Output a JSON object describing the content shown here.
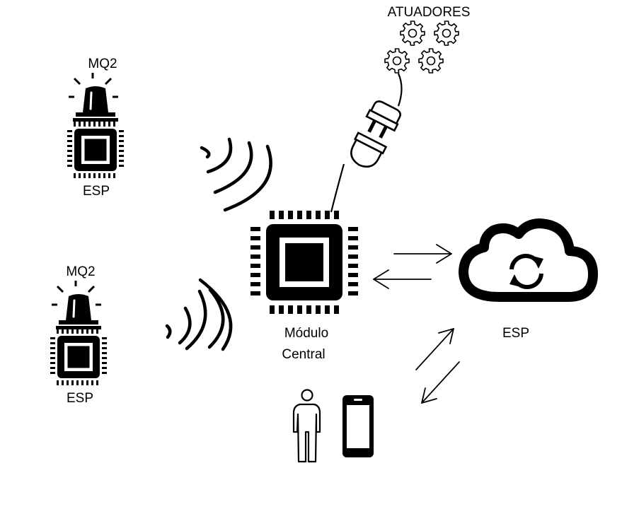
{
  "labels": {
    "actuators": "ATUADORES",
    "sensor_top": "MQ2",
    "esp_top": "ESP",
    "sensor_bottom": "MQ2",
    "esp_bottom": "ESP",
    "central_line1": "Módulo",
    "central_line2": "Central",
    "cloud_label": "ESP"
  },
  "icons": {
    "gears": "gear-icon",
    "plug": "plug-icon",
    "beacon": "alarm-beacon-icon",
    "chip": "microchip-icon",
    "wifi": "wireless-signal-icon",
    "cloud": "cloud-sync-icon",
    "person": "person-icon",
    "phone": "smartphone-icon",
    "arrows": "bidirectional-arrows-icon"
  },
  "colors": {
    "stroke": "#000000",
    "background": "#ffffff"
  }
}
